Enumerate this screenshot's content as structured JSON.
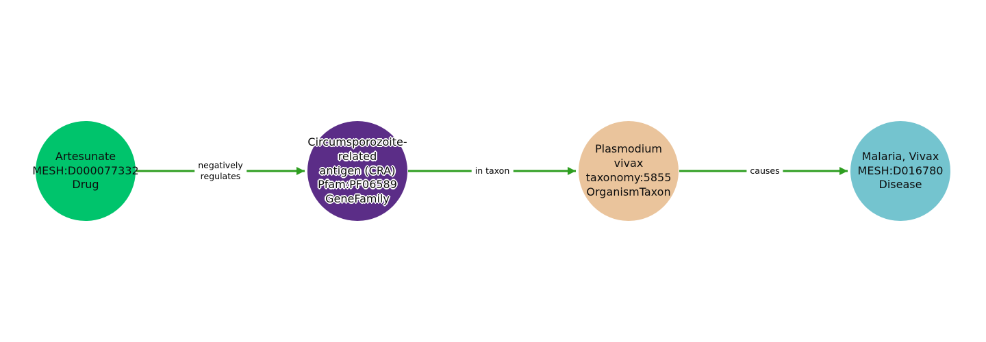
{
  "diagram": {
    "background_color": "#ffffff",
    "edge_color": "#2e9e20",
    "nodes": [
      {
        "name": "artesunate",
        "label": "Artesunate\nMESH:D000077332\nDrug",
        "color": "#00c46c",
        "category": "Drug"
      },
      {
        "name": "circumsporozoite-related-antigen",
        "label": "Circumsporozoite-\nrelated\nantigen (CRA)\nPfam:PF06589\nGeneFamily",
        "color": "#5b2d87",
        "category": "GeneFamily"
      },
      {
        "name": "plasmodium-vivax",
        "label": "Plasmodium\nvivax\ntaxonomy:5855\nOrganismTaxon",
        "color": "#eac49c",
        "category": "OrganismTaxon"
      },
      {
        "name": "malaria-vivax",
        "label": "Malaria, Vivax\nMESH:D016780\nDisease",
        "color": "#74c4cf",
        "category": "Disease"
      }
    ],
    "edges": [
      {
        "label": "negatively\nregulates",
        "source": "artesunate",
        "target": "circumsporozoite-related-antigen"
      },
      {
        "label": "in taxon",
        "source": "circumsporozoite-related-antigen",
        "target": "plasmodium-vivax"
      },
      {
        "label": "causes",
        "source": "plasmodium-vivax",
        "target": "malaria-vivax"
      }
    ]
  }
}
